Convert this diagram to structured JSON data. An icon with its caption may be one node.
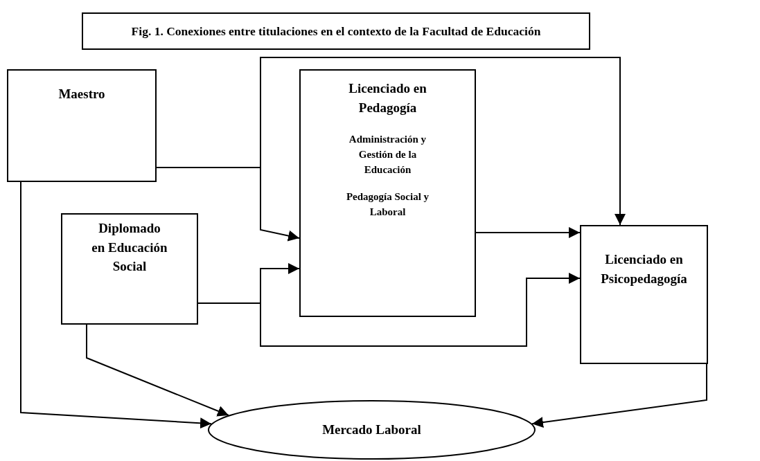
{
  "diagram": {
    "title": "Fig. 1. Conexiones entre titulaciones en el contexto de la Facultad de Educación",
    "nodes": [
      {
        "text": [
          "Maestro"
        ]
      },
      {
        "text": [
          "Licenciado en Pedagogía",
          "Administración y Gestión de la Educación",
          "Pedagogía Social y Laboral"
        ]
      },
      {
        "text": [
          "Diplomado en Educación Social"
        ]
      },
      {
        "text": [
          "Licenciado en Psicopedagogía"
        ]
      },
      {
        "text": [
          "Mercado Laboral"
        ]
      }
    ],
    "edges": [
      {
        "from": 0,
        "to": 1,
        "arrow": "to"
      },
      {
        "from": 0,
        "to": 3,
        "arrow": "to"
      },
      {
        "from": 2,
        "to": 1,
        "arrow": "to"
      },
      {
        "from": 2,
        "to": 3,
        "arrow": "to"
      },
      {
        "from": 1,
        "to": 3,
        "arrow": "to"
      },
      {
        "from": 0,
        "to": 4,
        "arrow": "to"
      },
      {
        "from": 2,
        "to": 4,
        "arrow": "to"
      },
      {
        "from": 3,
        "to": 4,
        "arrow": "to"
      }
    ]
  }
}
